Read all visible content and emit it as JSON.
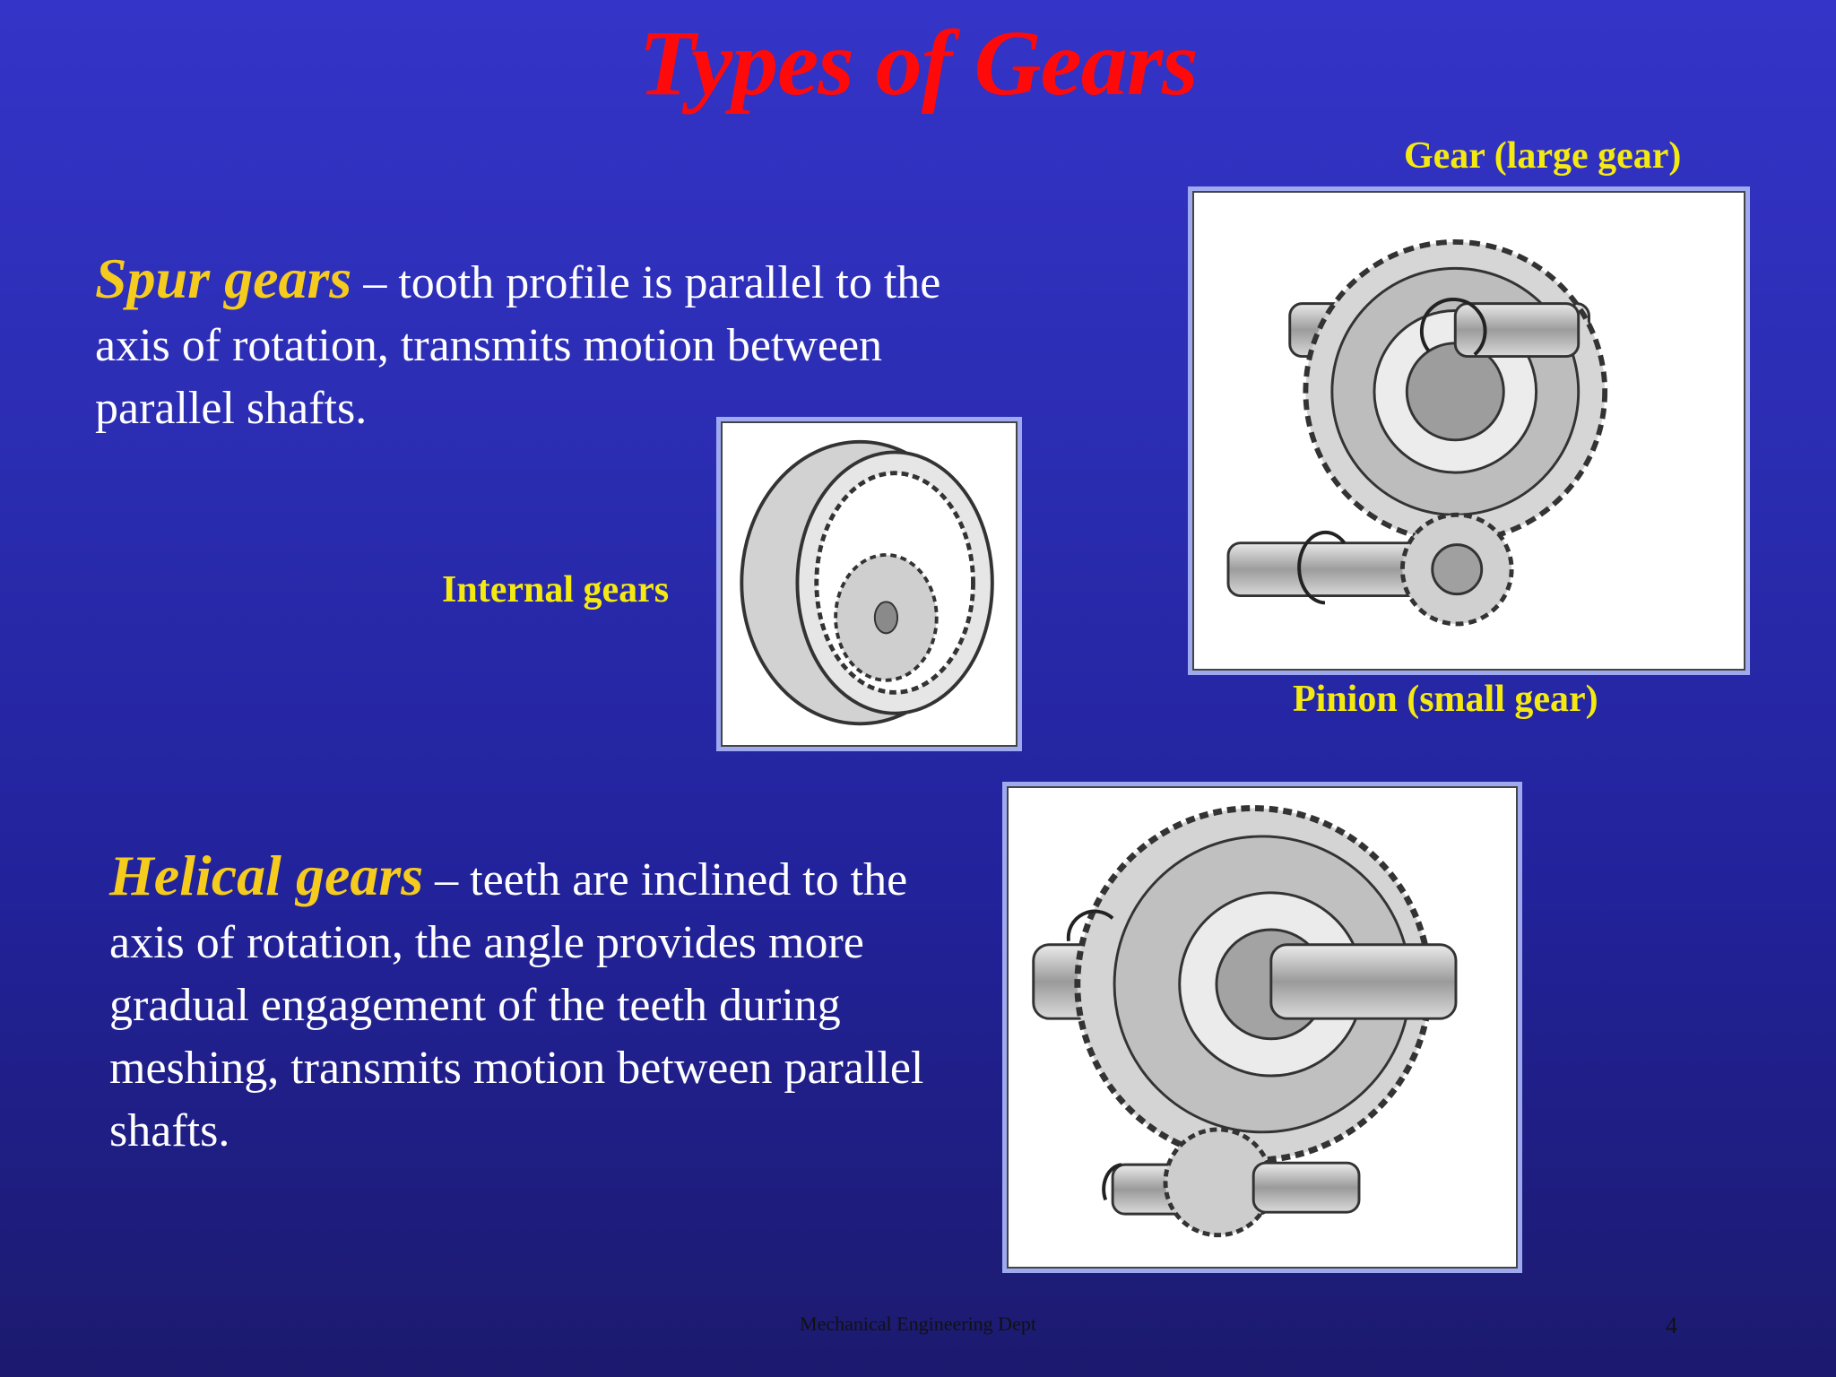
{
  "slide": {
    "title": "Types of Gears",
    "spur": {
      "term": "Spur gears",
      "text": " – tooth profile is parallel to the axis of rotation, transmits motion between parallel shafts."
    },
    "helical": {
      "term": "Helical gears",
      "text": " – teeth are inclined to the axis of rotation, the angle provides more gradual engagement of the teeth during meshing, transmits motion between parallel shafts."
    },
    "labels": {
      "gear": "Gear (large gear)",
      "pinion": "Pinion (small gear)",
      "internal": "Internal gears"
    },
    "footer": "Mechanical Engineering Dept",
    "page_number": "4"
  },
  "images": {
    "spur": "spur-gear-pair-illustration",
    "internal": "internal-gear-illustration",
    "helical": "helical-gear-pair-illustration"
  },
  "colors": {
    "title": "#ff0a0a",
    "term": "#f5cc1e",
    "label": "#f5ea10",
    "body_text": "#ffffff"
  }
}
